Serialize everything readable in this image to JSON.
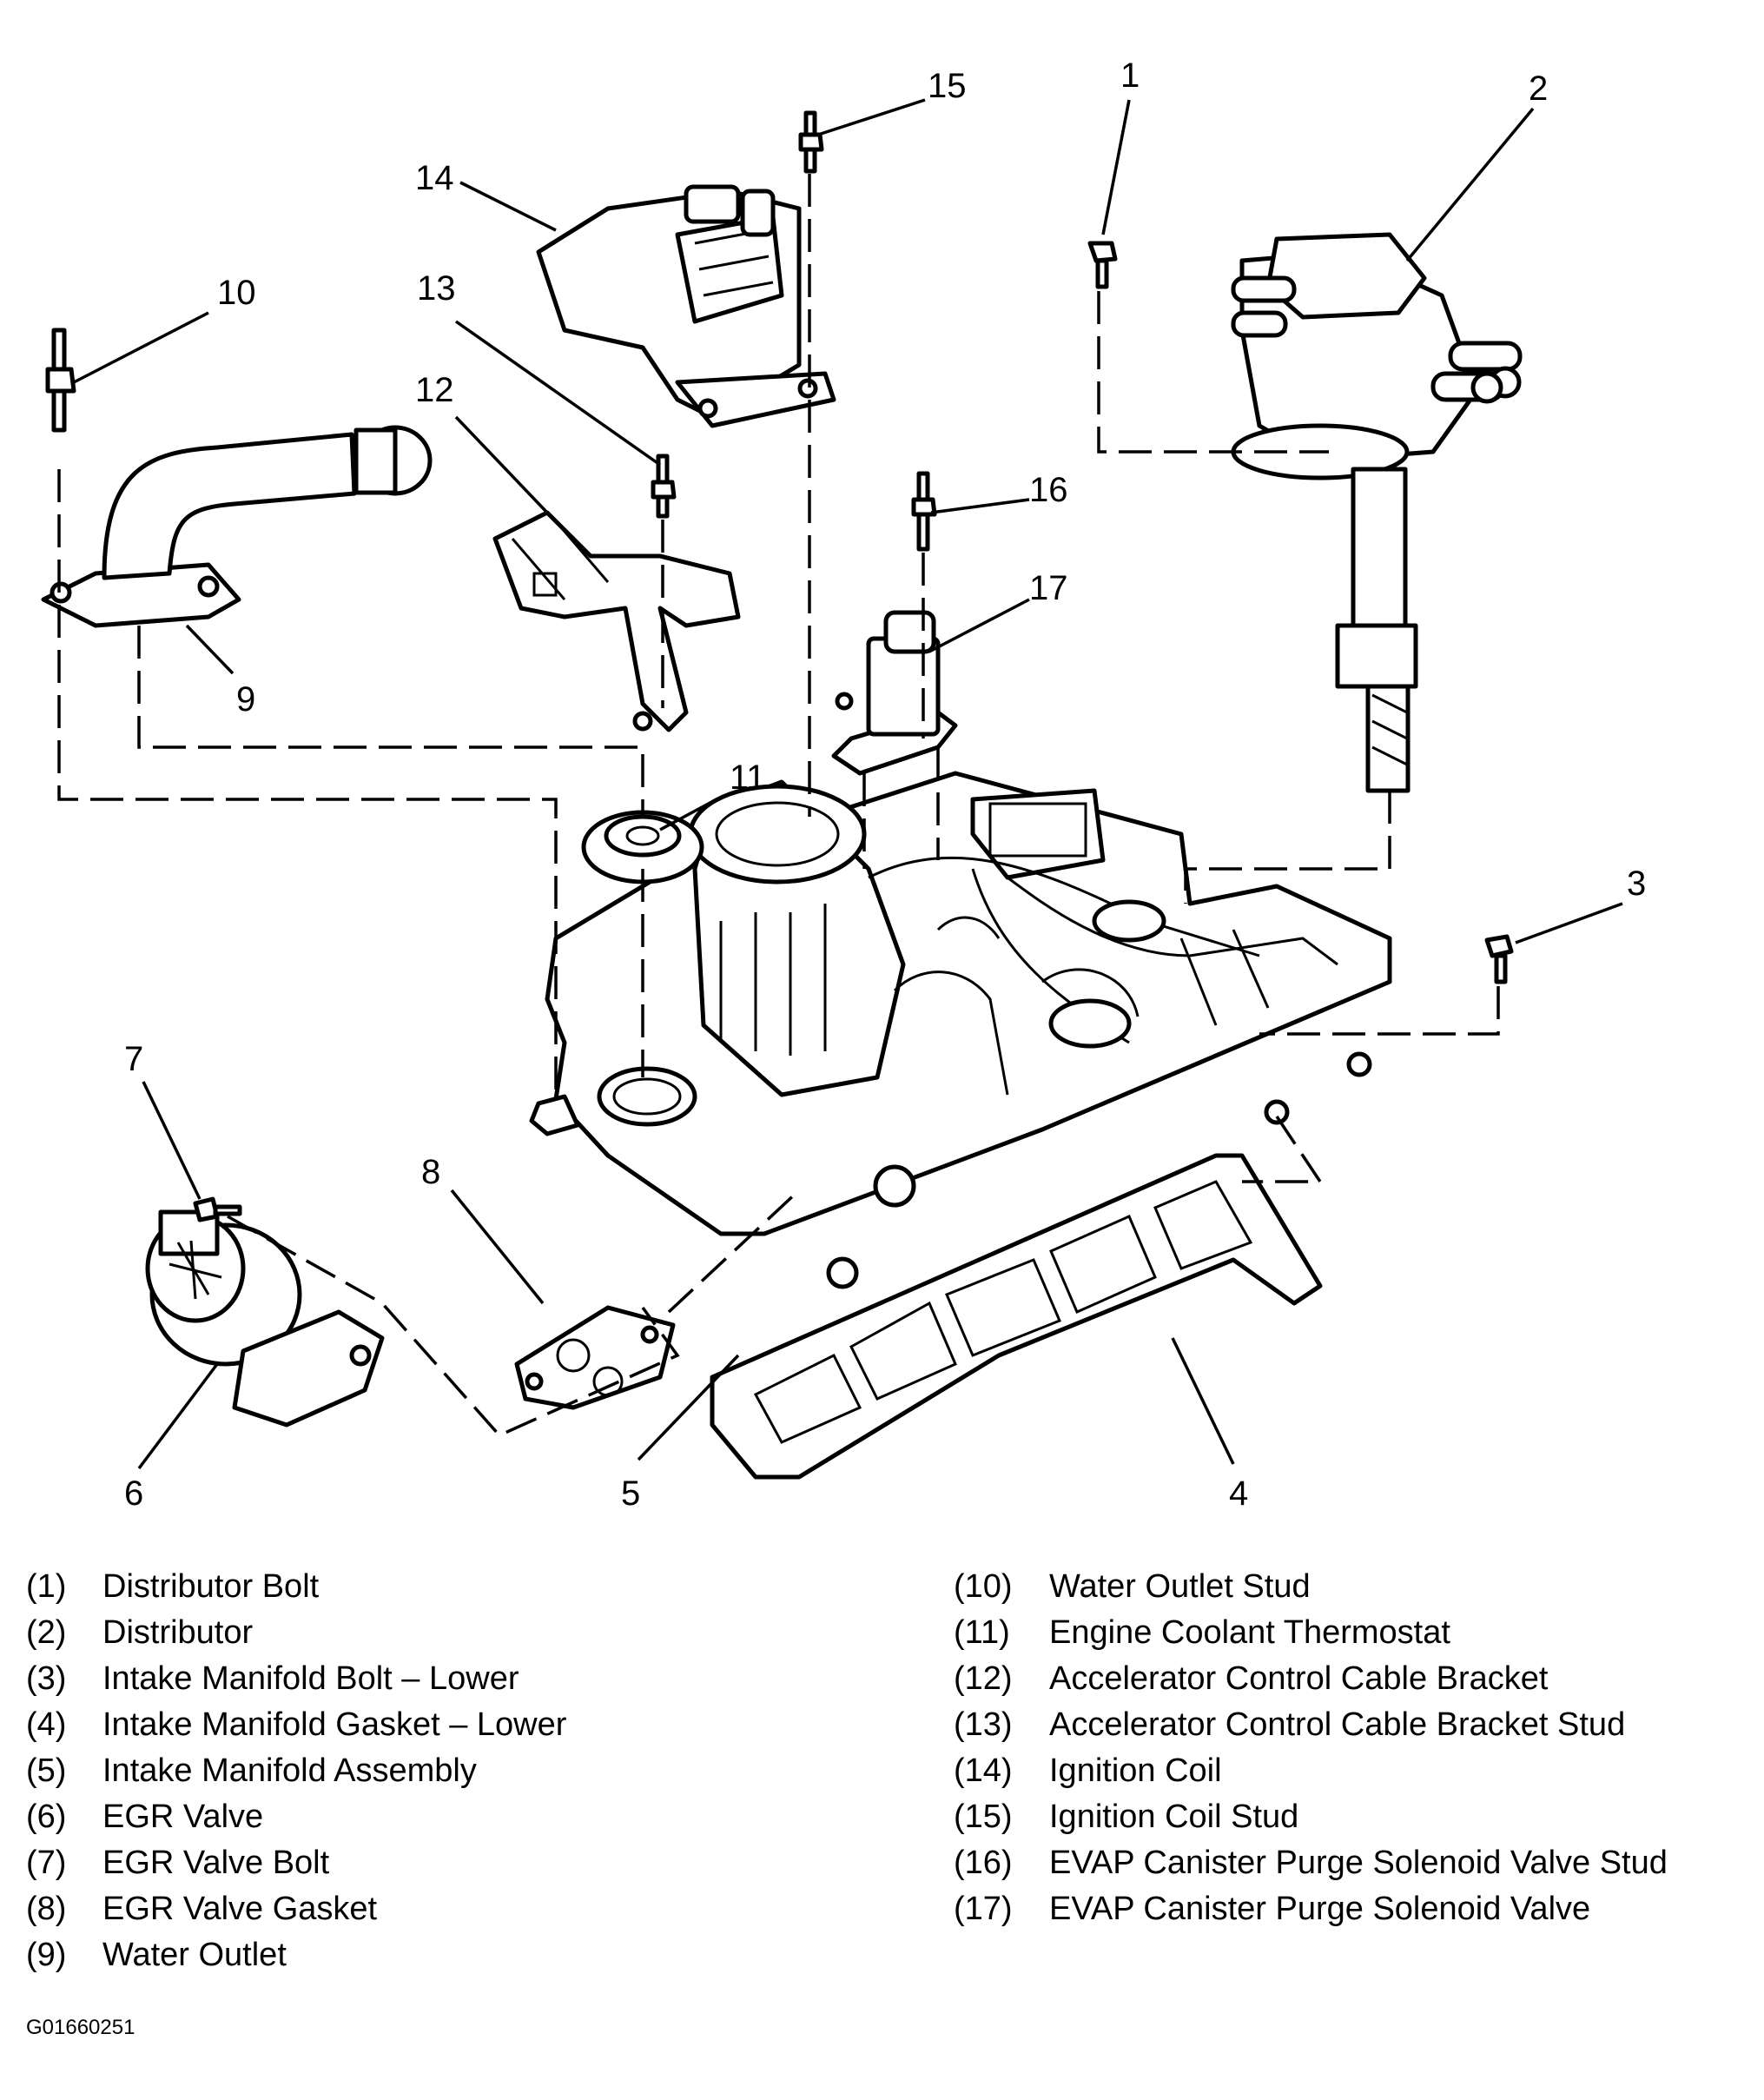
{
  "callouts": [
    "1",
    "2",
    "3",
    "4",
    "5",
    "6",
    "7",
    "8",
    "9",
    "10",
    "11",
    "12",
    "13",
    "14",
    "15",
    "16",
    "17"
  ],
  "legend": {
    "left": [
      {
        "num": "(1)",
        "label": "Distributor Bolt"
      },
      {
        "num": "(2)",
        "label": "Distributor"
      },
      {
        "num": "(3)",
        "label": "Intake Manifold Bolt – Lower"
      },
      {
        "num": "(4)",
        "label": "Intake Manifold Gasket – Lower"
      },
      {
        "num": "(5)",
        "label": "Intake Manifold Assembly"
      },
      {
        "num": "(6)",
        "label": "EGR Valve"
      },
      {
        "num": "(7)",
        "label": "EGR Valve Bolt"
      },
      {
        "num": "(8)",
        "label": "EGR Valve Gasket"
      },
      {
        "num": "(9)",
        "label": "Water Outlet"
      }
    ],
    "right": [
      {
        "num": "(10)",
        "label": "Water Outlet Stud"
      },
      {
        "num": "(11)",
        "label": "Engine Coolant Thermostat"
      },
      {
        "num": "(12)",
        "label": "Accelerator Control Cable Bracket"
      },
      {
        "num": "(13)",
        "label": "Accelerator Control Cable Bracket Stud"
      },
      {
        "num": "(14)",
        "label": "Ignition Coil"
      },
      {
        "num": "(15)",
        "label": "Ignition Coil Stud"
      },
      {
        "num": "(16)",
        "label": "EVAP Canister Purge Solenoid Valve Stud"
      },
      {
        "num": "(17)",
        "label": "EVAP Canister Purge Solenoid Valve"
      }
    ]
  },
  "figure_id": "G01660251"
}
